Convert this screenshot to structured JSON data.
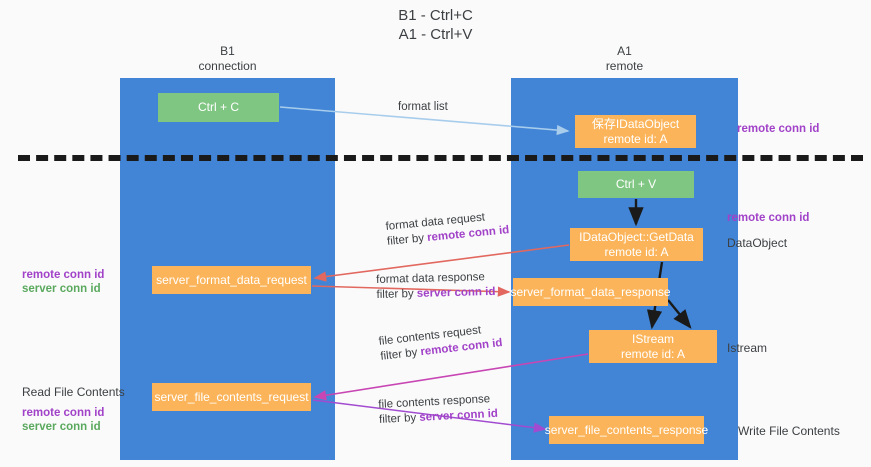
{
  "title": {
    "line1": "B1 - Ctrl+C",
    "line2": "A1 - Ctrl+V"
  },
  "lanes": [
    {
      "name": "B1",
      "subtitle": "connection"
    },
    {
      "name": "A1",
      "subtitle": "remote"
    }
  ],
  "nodes": {
    "ctrl_c": {
      "label": "Ctrl + C",
      "color": "#80c683"
    },
    "save_dataobject": {
      "line1": "保存IDataObject",
      "line2": "remote id: A",
      "color": "#fbb45a"
    },
    "ctrl_v": {
      "label": "Ctrl + V",
      "color": "#80c683"
    },
    "getdata": {
      "line1": "IDataObject::GetData",
      "line2": "remote id: A",
      "color": "#fbb45a"
    },
    "server_format_data_request": {
      "label": "server_format_data_request",
      "color": "#fbb45a"
    },
    "server_format_data_response": {
      "label": "server_format_data_response",
      "color": "#fbb45a"
    },
    "istream": {
      "line1": "IStream",
      "line2": "remote id: A",
      "color": "#fbb45a"
    },
    "server_file_contents_request": {
      "label": "server_file_contents_request",
      "color": "#fbb45a"
    },
    "server_file_contents_response": {
      "label": "server_file_contents_response",
      "color": "#fbb45a"
    }
  },
  "edges": {
    "format_list": {
      "label": "format list"
    },
    "format_data_request": {
      "label": "format data request",
      "filter_prefix": "filter by ",
      "filter_key": "remote conn id"
    },
    "format_data_response": {
      "label": "format data response",
      "filter_prefix": "filter by ",
      "filter_key": "server conn id"
    },
    "file_contents_request": {
      "label": "file contents request",
      "filter_prefix": "filter by ",
      "filter_key": "remote conn id"
    },
    "file_contents_response": {
      "label": "file contents response",
      "filter_prefix": "filter by ",
      "filter_key": "server conn id"
    }
  },
  "annotations": {
    "right_remote_conn_id_1": "remote conn id",
    "right_remote_conn_id_2": "remote conn id",
    "dataobject": "DataObject",
    "istream": "Istream",
    "write_file_contents": "Write File Contents",
    "read_file_contents": "Read File Contents",
    "left_remote_conn_id_1": "remote conn id",
    "left_server_conn_id_1": "server conn id",
    "left_remote_conn_id_2": "remote conn id",
    "left_server_conn_id_2": "server conn id"
  },
  "colors": {
    "lane": "#4285d6",
    "green_node": "#80c683",
    "orange_node": "#fbb45a",
    "purple_text": "#a142c8",
    "green_text": "#5aa95e",
    "arrow_light_blue": "#a8cdec",
    "arrow_red": "#e2685f",
    "arrow_black": "#1a1a1a",
    "arrow_magenta": "#c846b4",
    "arrow_purple": "#a24bd0",
    "background": "#fafafa"
  }
}
